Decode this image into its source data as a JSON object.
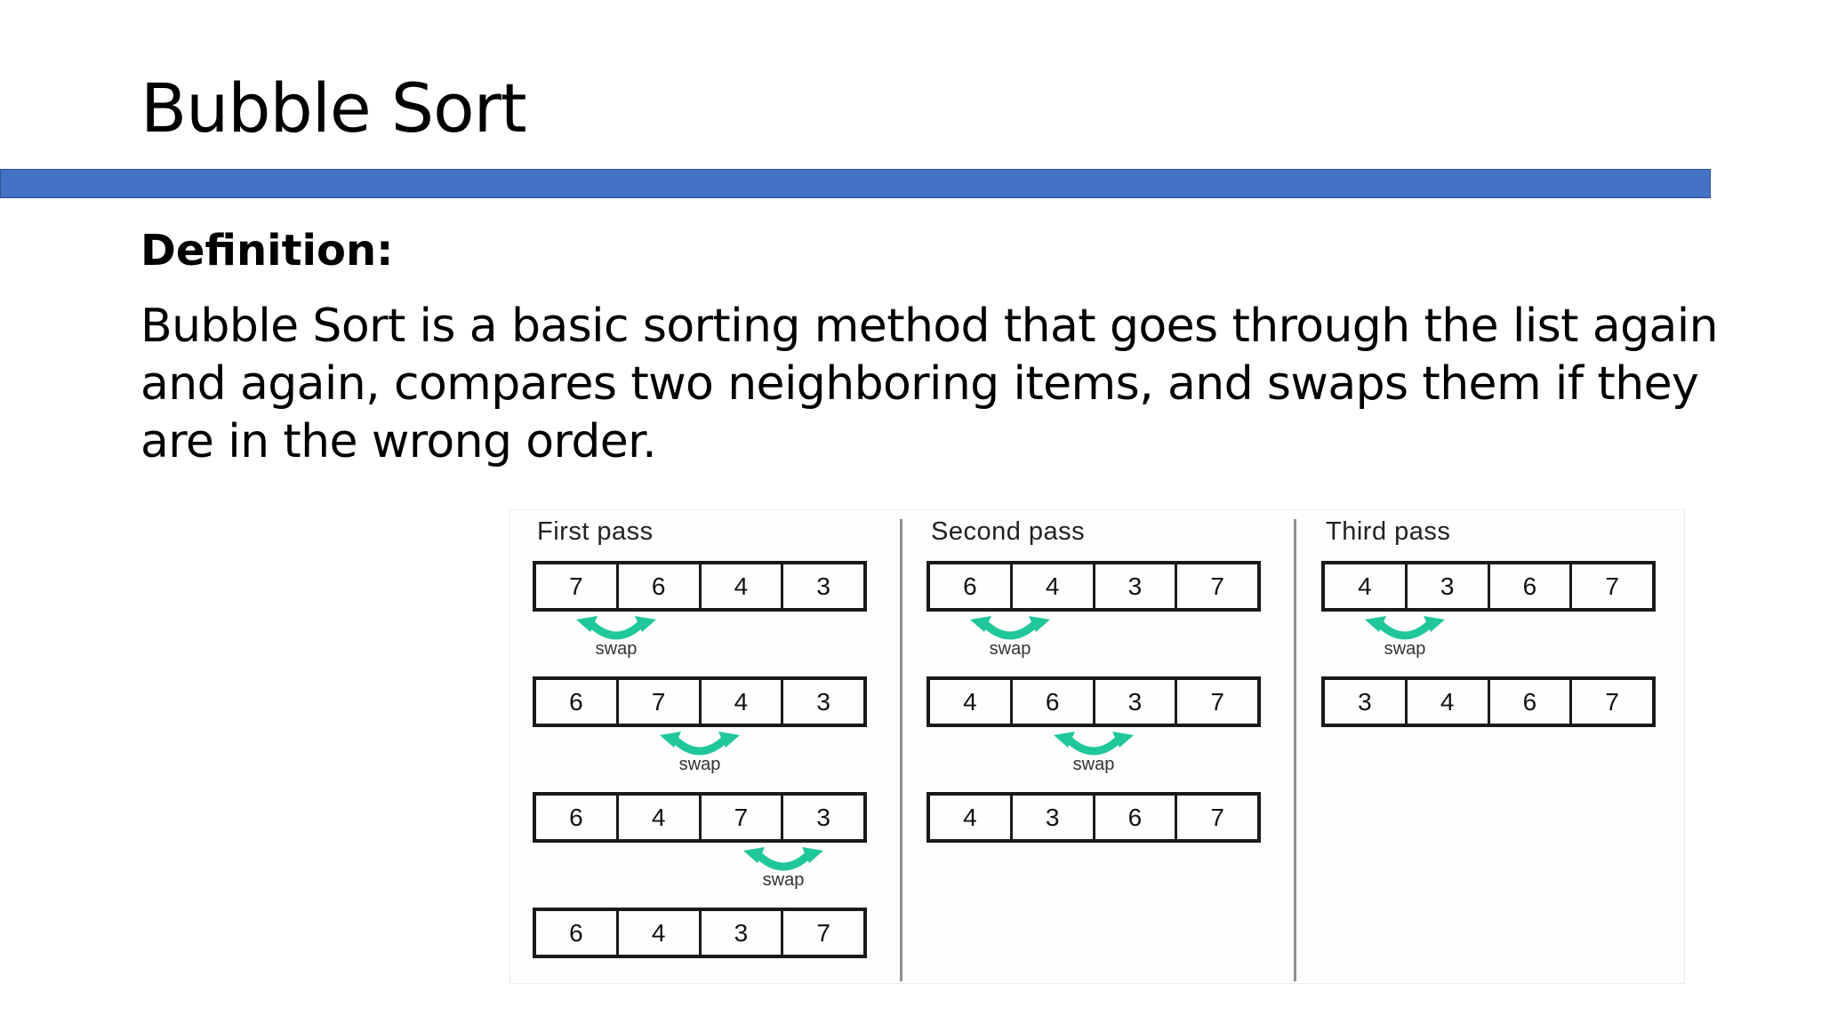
{
  "slide": {
    "title": "Bubble Sort",
    "definition_heading": "Definition:",
    "definition_text": "Bubble Sort is a basic sorting method that goes through the list again and again, compares two neighboring items, and swaps them if they are in the wrong order.",
    "accent_color": "#4472c4",
    "swap_arrow_color": "#1fc79a"
  },
  "diagram": {
    "swap_label": "swap",
    "passes": [
      {
        "label": "First pass",
        "rows": [
          [
            "7",
            "6",
            "4",
            "3"
          ],
          [
            "6",
            "7",
            "4",
            "3"
          ],
          [
            "6",
            "4",
            "7",
            "3"
          ],
          [
            "6",
            "4",
            "3",
            "7"
          ]
        ],
        "swaps_after_row": [
          0,
          1,
          2
        ],
        "swap_positions": [
          0,
          1,
          2
        ]
      },
      {
        "label": "Second pass",
        "rows": [
          [
            "6",
            "4",
            "3",
            "7"
          ],
          [
            "4",
            "6",
            "3",
            "7"
          ],
          [
            "4",
            "3",
            "6",
            "7"
          ]
        ],
        "swaps_after_row": [
          0,
          1
        ],
        "swap_positions": [
          0,
          1
        ]
      },
      {
        "label": "Third pass",
        "rows": [
          [
            "4",
            "3",
            "6",
            "7"
          ],
          [
            "3",
            "4",
            "6",
            "7"
          ]
        ],
        "swaps_after_row": [
          0
        ],
        "swap_positions": [
          0
        ]
      }
    ]
  }
}
